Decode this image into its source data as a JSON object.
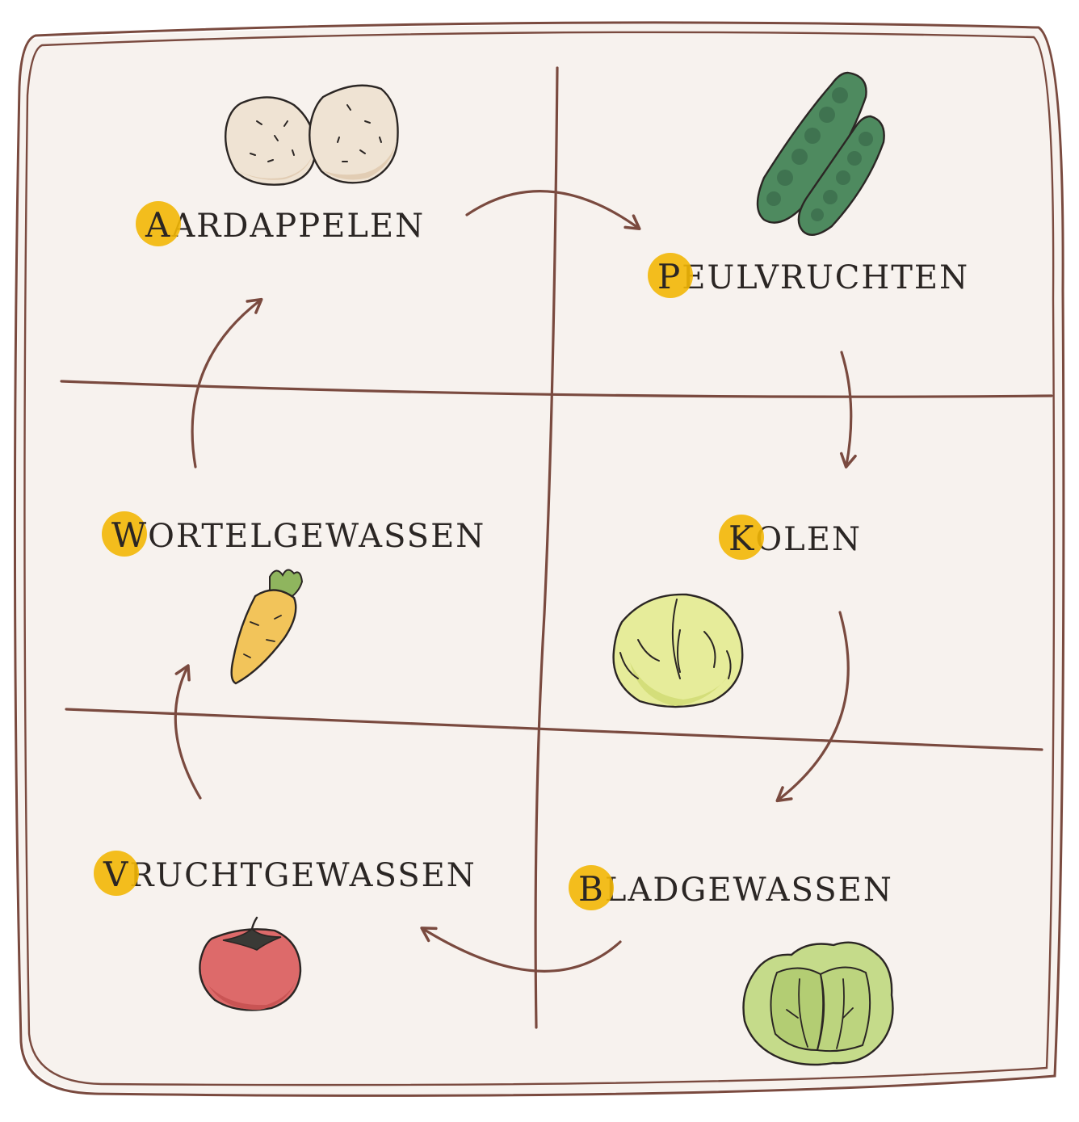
{
  "accent_color": "#f2b705",
  "line_color": "#7a4a3f",
  "background_color": "#f7f2ee",
  "crops": [
    {
      "initial": "A",
      "rest": "ARDAPPELEN",
      "icon": "potatoes-icon"
    },
    {
      "initial": "P",
      "rest": "EULVRUCHTEN",
      "icon": "pea-pods-icon"
    },
    {
      "initial": "K",
      "rest": "OLEN",
      "icon": "cabbage-icon"
    },
    {
      "initial": "B",
      "rest": "LADGEWASSEN",
      "icon": "lettuce-icon"
    },
    {
      "initial": "V",
      "rest": "RUCHTGEWASSEN",
      "icon": "tomato-icon"
    },
    {
      "initial": "W",
      "rest": "ORTELGEWASSEN",
      "icon": "carrot-icon"
    }
  ]
}
